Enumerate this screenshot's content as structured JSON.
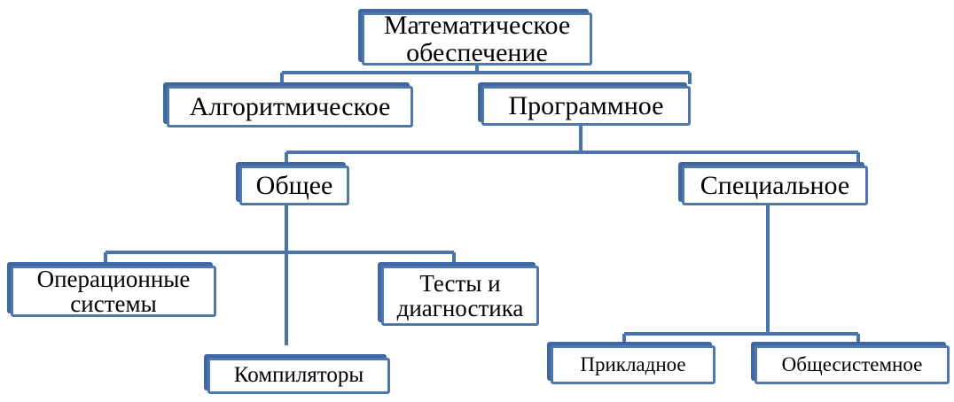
{
  "diagram": {
    "root": "Математическое\nобеспечение",
    "algorithmic": "Алгоритмическое",
    "software": "Программное",
    "general": "Общее",
    "special": "Специальное",
    "os": "Операционные\nсистемы",
    "tests": "Тесты и\nдиагностика",
    "compilers": "Компиляторы",
    "applied": "Прикладное",
    "system": "Общесистемное"
  },
  "colors": {
    "border": "#4f77ad",
    "connector": "#4a74ab",
    "text": "#000000"
  }
}
